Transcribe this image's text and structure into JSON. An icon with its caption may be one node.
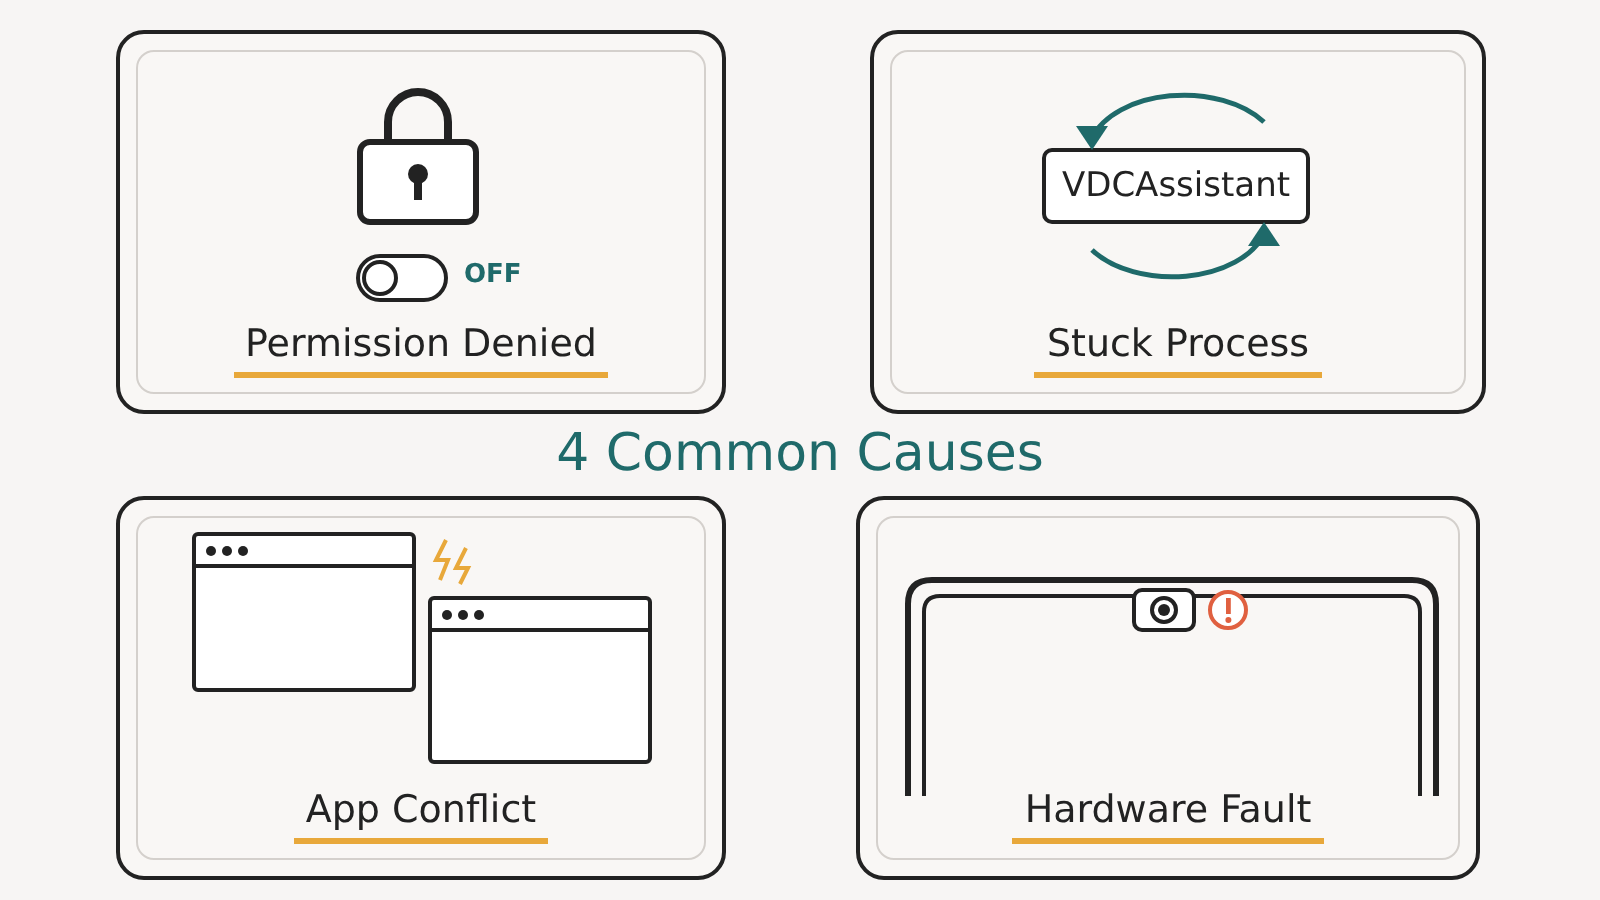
{
  "diagram": {
    "title": "4 Common Causes",
    "nodes": [
      {
        "text": [
          "Permission Denied"
        ]
      },
      {
        "text": [
          "Stuck Process"
        ]
      },
      {
        "text": [
          "VDCAssistant"
        ],
        "in": 1
      },
      {
        "text": [
          "App Conflict"
        ]
      },
      {
        "text": [],
        "shape": "box",
        "in": 3
      },
      {
        "text": [],
        "shape": "box",
        "in": 3
      },
      {
        "text": [
          "Hardware Fault"
        ]
      }
    ],
    "labels": [
      "OFF"
    ]
  }
}
